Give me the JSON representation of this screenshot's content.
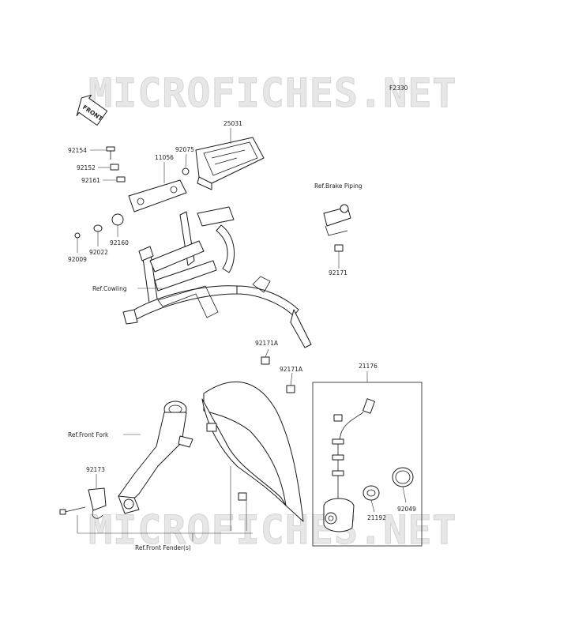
{
  "watermark": "MICROFICHES.NET",
  "diagram_code": "F2330",
  "front_label": "FRONT",
  "parts": {
    "p25031": "25031",
    "p92075": "92075",
    "p11056": "11056",
    "p92154": "92154",
    "p92152": "92152",
    "p92161": "92161",
    "p92009": "92009",
    "p92022": "92022",
    "p92160": "92160",
    "p92171": "92171",
    "p92171A_1": "92171A",
    "p92171A_2": "92171A",
    "p21176": "21176",
    "p92173": "92173",
    "p21192": "21192",
    "p92049": "92049"
  },
  "refs": {
    "brake_piping": "Ref.Brake Piping",
    "cowling": "Ref.Cowling",
    "front_fork": "Ref.Front Fork",
    "front_fender": "Ref.Front Fender(s)"
  }
}
